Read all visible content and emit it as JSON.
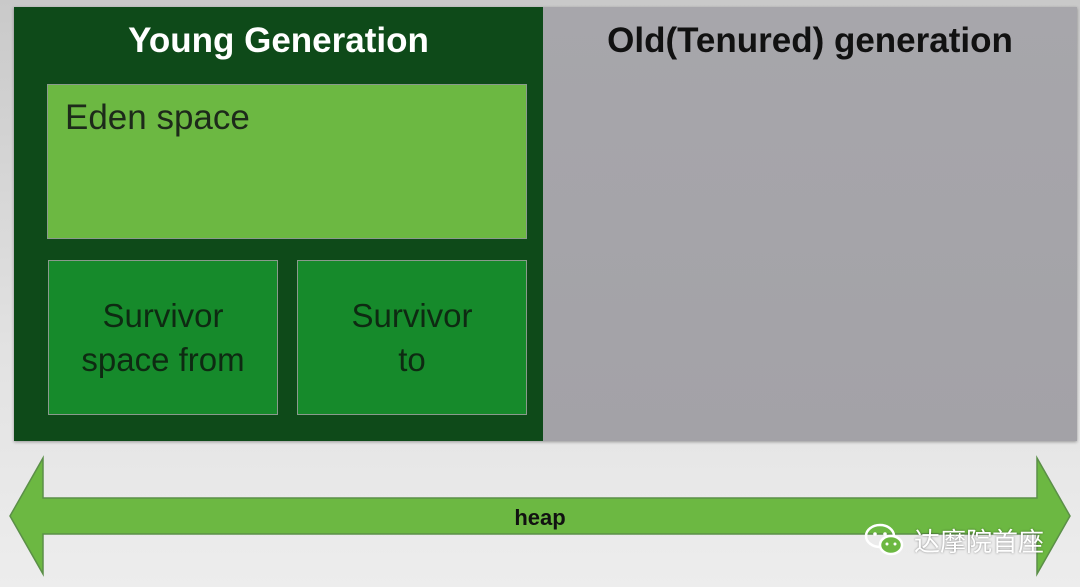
{
  "young_generation": {
    "title": "Young Generation",
    "eden_label": "Eden space",
    "survivor_from": [
      "Survivor",
      "space from"
    ],
    "survivor_to": [
      "Survivor",
      "to"
    ]
  },
  "old_generation": {
    "title": "Old(Tenured) generation"
  },
  "heap": {
    "label": "heap"
  },
  "watermark": {
    "text": "达摩院首座",
    "icon": "wechat-icon"
  },
  "colors": {
    "young_bg": "#0e4a19",
    "eden_bg": "#6cb842",
    "survivor_bg": "#168a2b",
    "old_bg": "#a7a6ab",
    "arrow_fill": "#6cb842"
  }
}
